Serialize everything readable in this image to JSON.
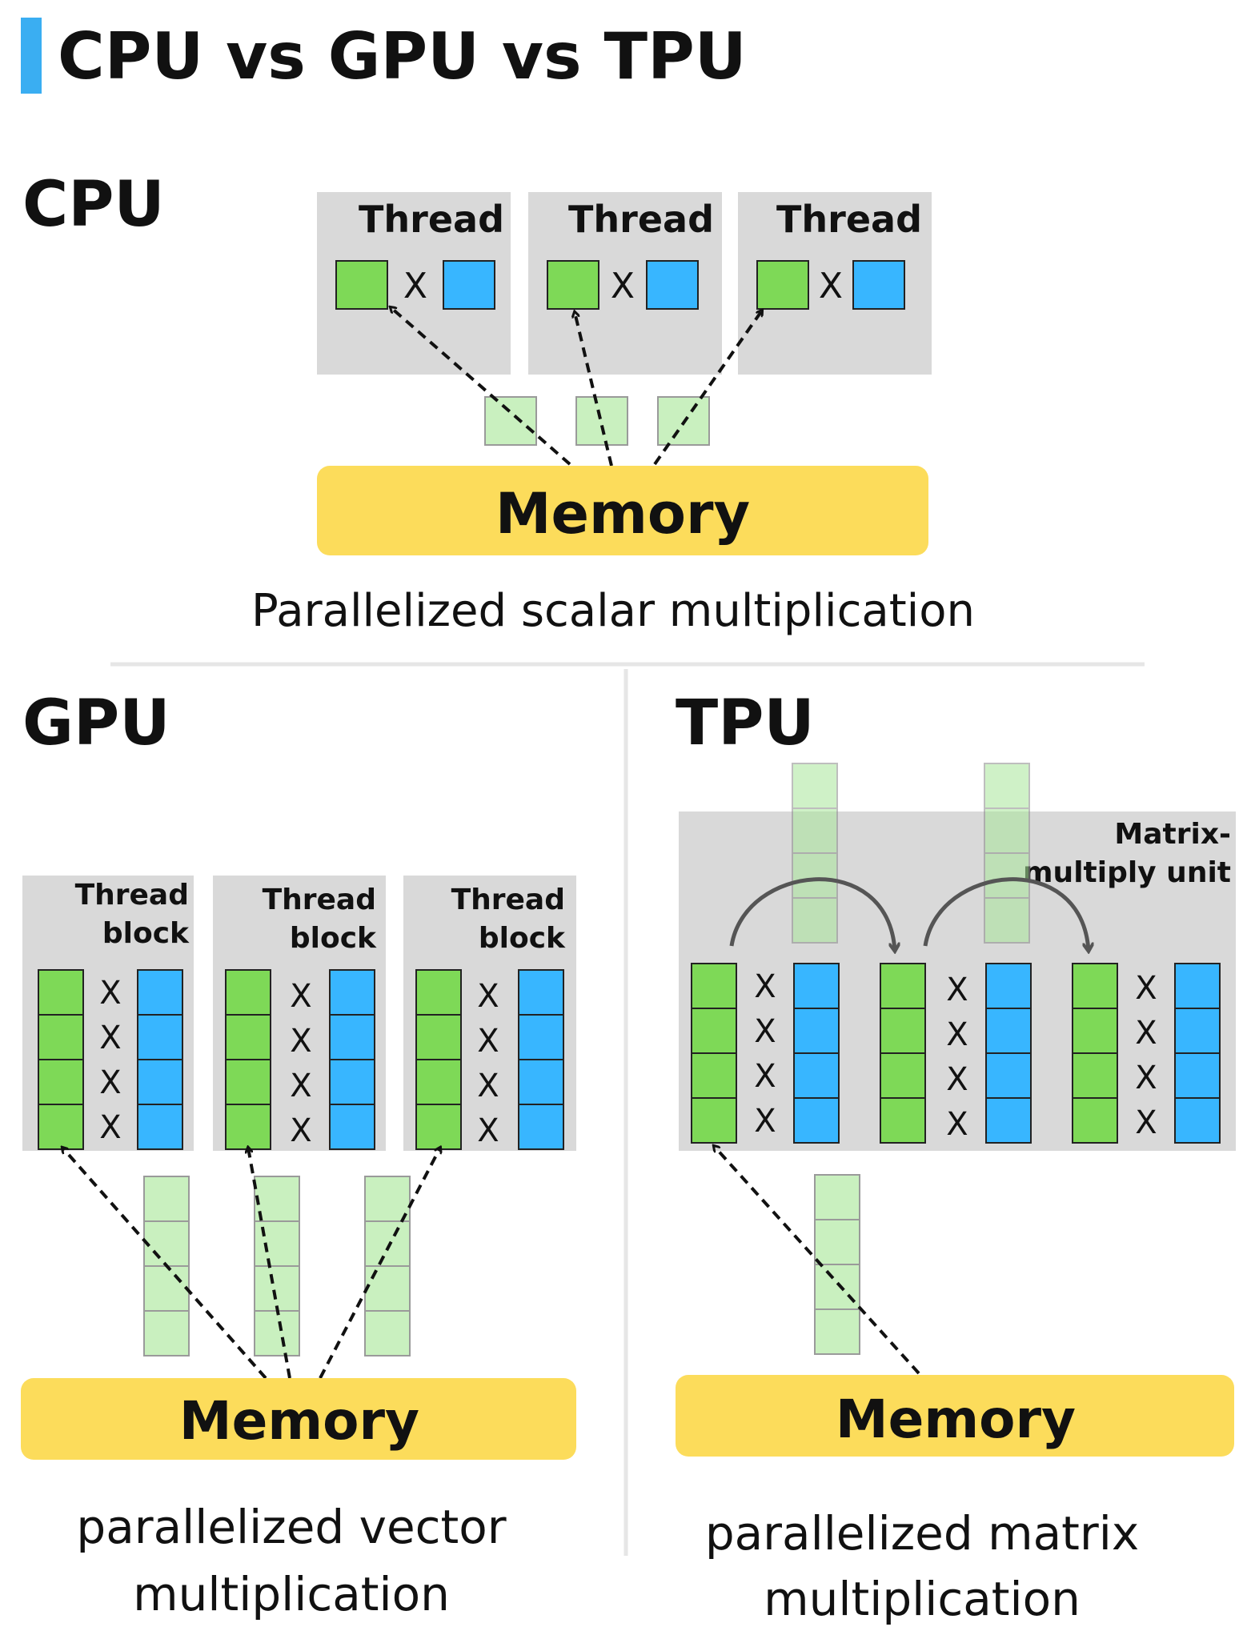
{
  "title": "CPU vs GPU vs TPU",
  "colors": {
    "accent": "#3aaef2",
    "green": "#7ed957",
    "blue": "#38b6ff",
    "panel": "#d9d9d9",
    "memory": "#fcdc5b",
    "light_green": "#c9f0bf"
  },
  "cpu": {
    "heading": "CPU",
    "thread_label": "Thread",
    "operator": "X",
    "memory_label": "Memory",
    "caption": "Parallelized scalar multiplication"
  },
  "gpu": {
    "heading": "GPU",
    "block_label_line1": "Thread",
    "block_label_line2": "block",
    "operator": "X",
    "memory_label": "Memory",
    "caption_line1": "parallelized vector",
    "caption_line2": "multiplication"
  },
  "tpu": {
    "heading": "TPU",
    "unit_label_line1": "Matrix-",
    "unit_label_line2": "multiply unit",
    "operator": "X",
    "memory_label": "Memory",
    "caption_line1": "parallelized matrix",
    "caption_line2": "multiplication"
  }
}
